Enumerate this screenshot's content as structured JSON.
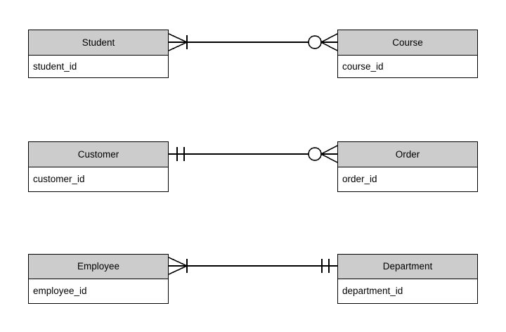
{
  "diagram": {
    "type": "entity-relationship-crows-foot",
    "background_color": "#ffffff",
    "header_fill_color": "#cccccc",
    "body_fill_color": "#ffffff",
    "line_color": "#000000",
    "relationships": [
      {
        "id": "student-course",
        "left_entity": {
          "name": "Student",
          "attribute": "student_id"
        },
        "right_entity": {
          "name": "Course",
          "attribute": "course_id"
        },
        "left_cardinality": {
          "notation": "crows-foot-with-one-bar",
          "meaning": "one or many"
        },
        "right_cardinality": {
          "notation": "circle-with-crows-foot",
          "meaning": "zero or many"
        }
      },
      {
        "id": "customer-order",
        "left_entity": {
          "name": "Customer",
          "attribute": "customer_id"
        },
        "right_entity": {
          "name": "Order",
          "attribute": "order_id"
        },
        "left_cardinality": {
          "notation": "double-bar",
          "meaning": "exactly one"
        },
        "right_cardinality": {
          "notation": "circle-with-crows-foot",
          "meaning": "zero or many"
        }
      },
      {
        "id": "employee-department",
        "left_entity": {
          "name": "Employee",
          "attribute": "employee_id"
        },
        "right_entity": {
          "name": "Department",
          "attribute": "department_id"
        },
        "left_cardinality": {
          "notation": "crows-foot-with-one-bar",
          "meaning": "one or many"
        },
        "right_cardinality": {
          "notation": "double-bar",
          "meaning": "exactly one"
        }
      }
    ]
  }
}
